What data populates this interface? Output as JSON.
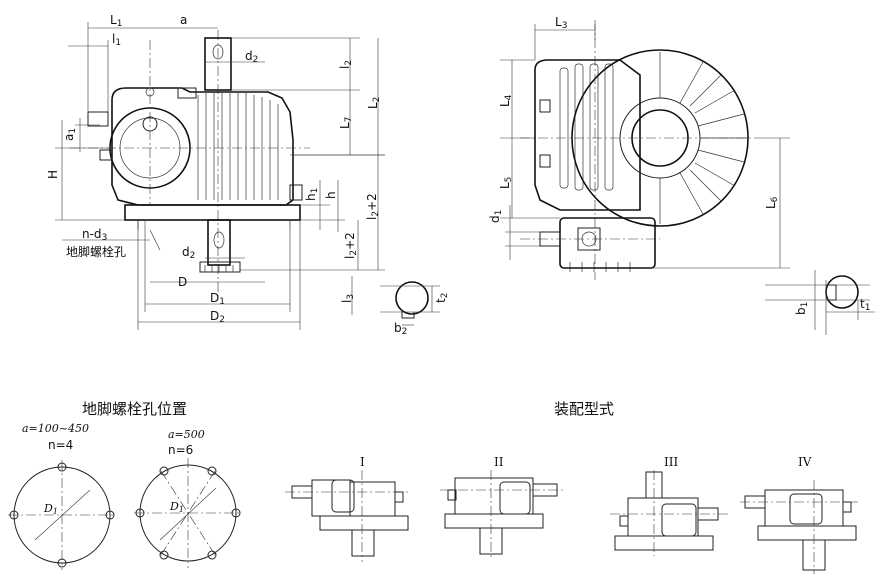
{
  "front_view": {
    "L1": "L",
    "L1_sub": "1",
    "l1": "l",
    "l1_sub": "1",
    "a": "a",
    "d2_top": "d",
    "d2_top_sub": "2",
    "l2": "l",
    "l2_sub": "2",
    "L7": "L",
    "L7_sub": "7",
    "L2": "L",
    "L2_sub": "2",
    "a1": "a",
    "a1_sub": "1",
    "H": "H",
    "h1": "h",
    "h1_sub": "1",
    "h": "h",
    "l2p2_a": "l",
    "l2p2_a_sub": "2",
    "l2p2_a_suf": "+2",
    "l2p2_b": "l",
    "l2p2_b_sub": "2",
    "l2p2_b_suf": "+2",
    "nd3": "n-d",
    "nd3_sub": "3",
    "bolt_label": "地脚螺栓孔",
    "d2_bot": "d",
    "d2_bot_sub": "2",
    "D": "D",
    "D1": "D",
    "D1_sub": "1",
    "D2": "D",
    "D2_sub": "2",
    "l3": "l",
    "l3_sub": "3",
    "t2": "t",
    "t2_sub": "2",
    "b2": "b",
    "b2_sub": "2"
  },
  "side_view": {
    "L3": "L",
    "L3_sub": "3",
    "L4": "L",
    "L4_sub": "4",
    "L5": "L",
    "L5_sub": "5",
    "L6": "L",
    "L6_sub": "6",
    "d1": "d",
    "d1_sub": "1",
    "b1": "b",
    "b1_sub": "1",
    "t1": "t",
    "t1_sub": "1"
  },
  "bolt_positions": {
    "title": "地脚螺栓孔位置",
    "left_range": "a=100~450",
    "left_n": "n=4",
    "left_D": "D",
    "left_D_sub": "1",
    "right_range": "a=500",
    "right_n": "n=6",
    "right_D": "D",
    "right_D_sub": "1"
  },
  "assembly": {
    "title": "装配型式",
    "types": [
      "I",
      "II",
      "III",
      "IV"
    ]
  }
}
